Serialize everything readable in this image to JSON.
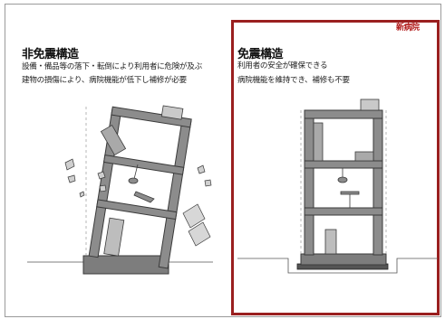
{
  "left_panel": {
    "title": "非免震構造",
    "description_line1": "設備・備品等の落下・転倒により利用者に危険が及ぶ",
    "description_line2": "建物の損傷により、病院機能が低下し補修が必要"
  },
  "right_panel": {
    "title": "免震構造",
    "description_line1": "利用者の安全が確保できる",
    "description_line2": "病院機能を維持でき、補修も不要",
    "badge": "新病院"
  },
  "colors": {
    "highlight_border": "#9a1f1f",
    "building_fill": "#8c8c8c",
    "building_outline": "#3a3a3a"
  }
}
